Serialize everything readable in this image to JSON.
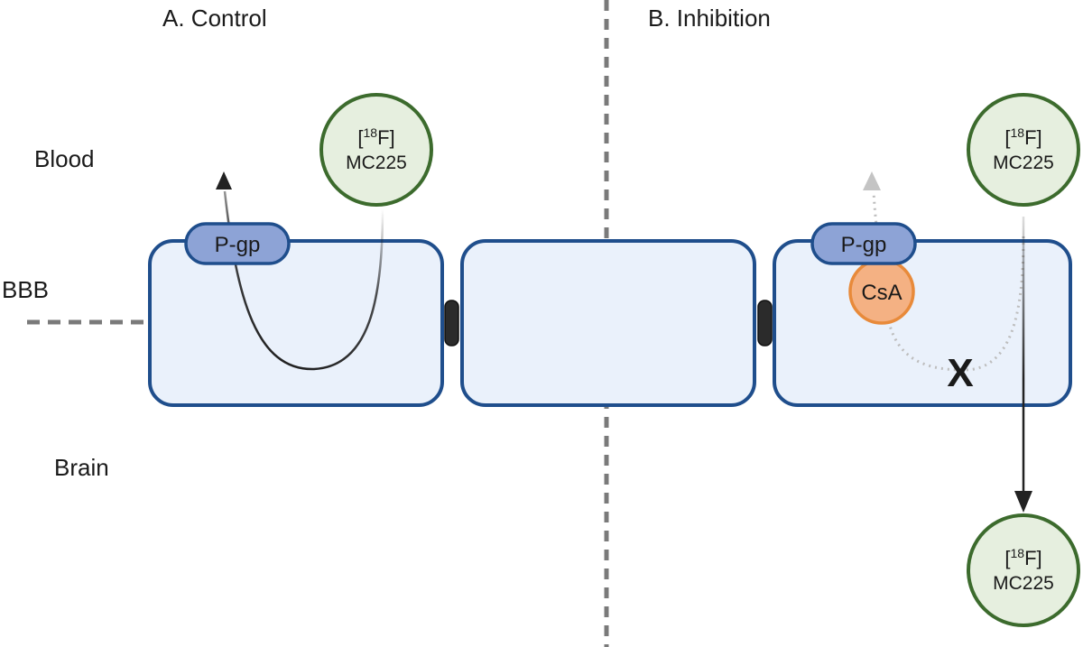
{
  "panels": {
    "control_title": "A. Control",
    "inhibition_title": "B. Inhibition"
  },
  "regions": {
    "blood": "Blood",
    "bbb": "BBB",
    "brain": "Brain"
  },
  "transporter": {
    "control_label": "P-gp",
    "inhibition_label": "P-gp"
  },
  "inhibitor": {
    "label": "CsA"
  },
  "tracer": {
    "isotope_mass": "18",
    "isotope_symbol": "F",
    "compound": "MC225"
  },
  "block_mark": "X",
  "colors": {
    "cell_fill": "#eaf1fb",
    "cell_border": "#1f4e8c",
    "pgp_fill": "#8da3d6",
    "csa_fill": "#f4b183",
    "csa_border": "#e88a3a",
    "tracer_fill": "#e6efdf",
    "tracer_border": "#3c6b2d",
    "divider": "#7a7a7a",
    "junction": "#2b2b2b"
  }
}
